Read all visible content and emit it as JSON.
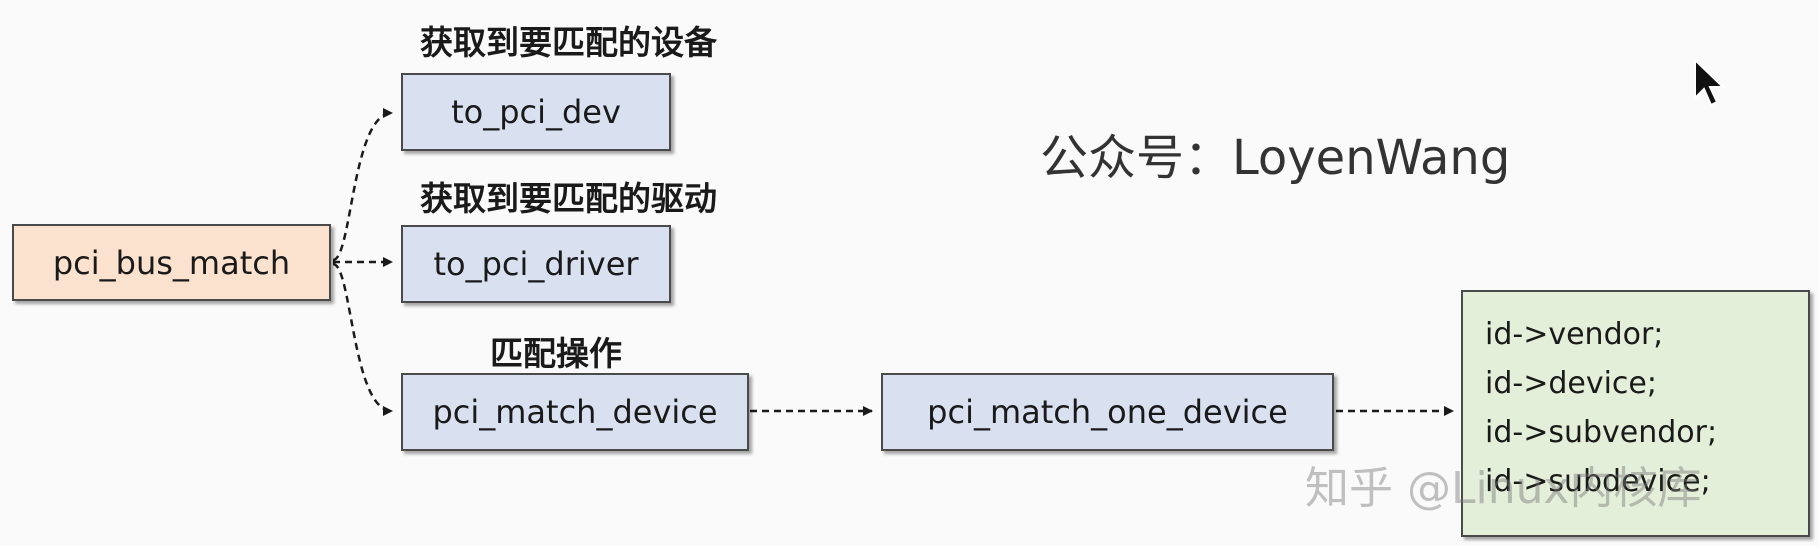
{
  "nodes": {
    "root": "pci_bus_match",
    "to_pci_dev": "to_pci_dev",
    "to_pci_driver": "to_pci_driver",
    "pci_match_device": "pci_match_device",
    "pci_match_one_device": "pci_match_one_device"
  },
  "captions": {
    "dev": "获取到要匹配的设备",
    "driver": "获取到要匹配的驱动",
    "match": "匹配操作"
  },
  "fields": [
    "id->vendor;",
    "id->device;",
    "id->subvendor;",
    "id->subdevice;"
  ],
  "watermarks": {
    "account": "公众号：LoyenWang",
    "zhihu": "知乎 @Linux内核库"
  },
  "colors": {
    "box_blue": "#d9e1f1",
    "box_orange": "#fbe2cf",
    "box_green": "#e3efd9",
    "border": "#4a4a4a"
  }
}
